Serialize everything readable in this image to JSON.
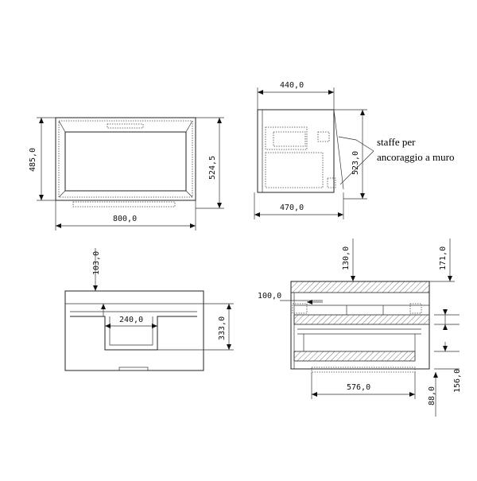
{
  "drawing": {
    "front_view": {
      "width": "800,0",
      "height_outer": "524,5",
      "height_inner": "485,0"
    },
    "side_view": {
      "top_depth": "440,0",
      "bottom_depth": "470,0",
      "height": "523,0"
    },
    "note": {
      "line1": "staffe per",
      "line2": "ancoraggio a muro"
    },
    "front_section": {
      "top": "103,0",
      "cutout": "240,0",
      "height": "333,0"
    },
    "side_section": {
      "top": "130,0",
      "right_top": "171,0",
      "left_gap": "100,0",
      "right_lower": "156,0",
      "bottom_offset": "88,0",
      "bottom_width": "576,0"
    }
  }
}
